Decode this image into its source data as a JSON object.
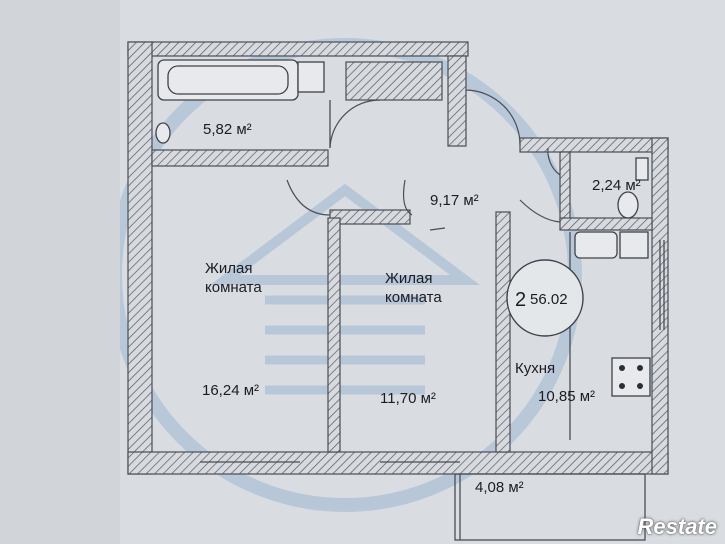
{
  "rooms": {
    "bathroom_area": "5,82 м²",
    "hall_area": "9,17 м²",
    "wc_area": "2,24 м²",
    "living1_title_line1": "Жилая",
    "living1_title_line2": "комната",
    "living1_area": "16,24 м²",
    "living2_title_line1": "Жилая",
    "living2_title_line2": "комната",
    "living2_area": "11,70 м²",
    "kitchen_title": "Кухня",
    "kitchen_area": "10,85 м²",
    "balcony_area": "4,08 м²"
  },
  "apartment": {
    "rooms_count": "2",
    "total_area": "56.02"
  },
  "brand": {
    "name": "Restate"
  }
}
